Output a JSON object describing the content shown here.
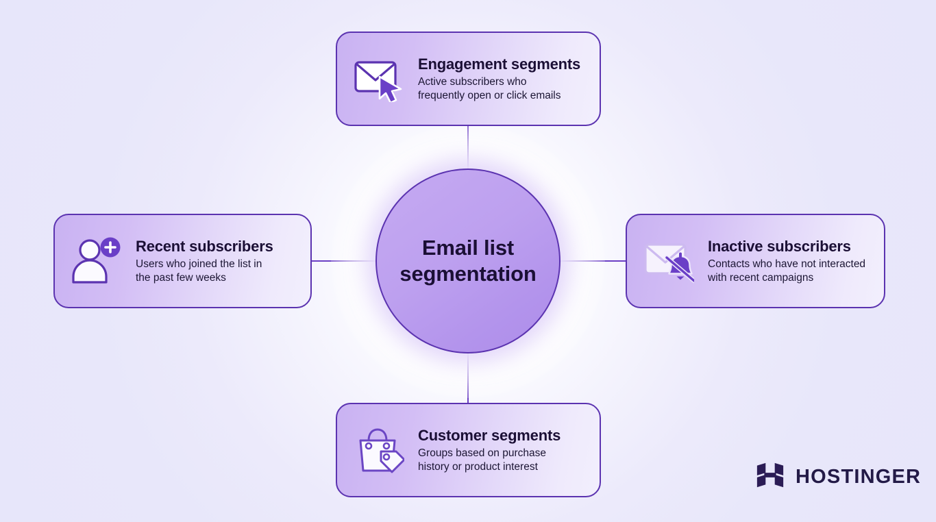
{
  "diagram": {
    "center": {
      "title": "Email list\nsegmentation"
    },
    "nodes": [
      {
        "id": "engagement-segments",
        "position": "top",
        "icon": "envelope-cursor-icon",
        "title": "Engagement segments",
        "description": "Active subscribers who\nfrequently open or click emails"
      },
      {
        "id": "recent-subscribers",
        "position": "left",
        "icon": "user-plus-icon",
        "title": "Recent subscribers",
        "description": "Users who joined the list in\nthe past few weeks"
      },
      {
        "id": "inactive-subscribers",
        "position": "right",
        "icon": "envelope-bell-slash-icon",
        "title": "Inactive subscribers",
        "description": "Contacts who have not interacted\nwith recent campaigns"
      },
      {
        "id": "customer-segments",
        "position": "bottom",
        "icon": "shopping-bag-tag-icon",
        "title": "Customer segments",
        "description": "Groups based on purchase\nhistory or product interest"
      }
    ]
  },
  "brand": {
    "name": "HOSTINGER",
    "logo_icon": "hostinger-h-icon"
  },
  "colors": {
    "background": "#e8e7fa",
    "accent_border": "#5b33b0",
    "accent_fill": "#6a3fc7",
    "card_gradient_start": "#c9b2f2",
    "card_gradient_end": "#f2effd",
    "circle_gradient_start": "#c5aaf2",
    "circle_gradient_end": "#ad8ce9",
    "heading_text": "#1b0f35",
    "body_text": "#1b1533",
    "muted_icon_stroke": "#cdbaf0",
    "logo_text": "#231a47"
  }
}
